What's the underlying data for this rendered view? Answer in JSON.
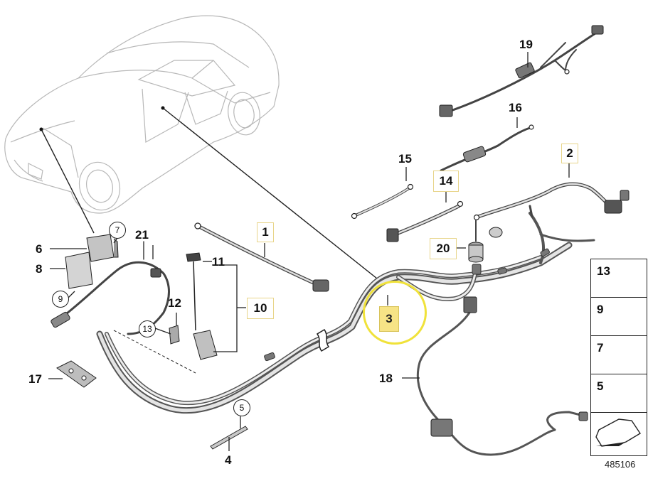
{
  "diagram": {
    "reference_number": "485106",
    "selected_part": "3",
    "highlight_color": "#f7e486",
    "ring_color": "#f0e23a",
    "callouts": [
      {
        "id": "1",
        "style": "boxed"
      },
      {
        "id": "2",
        "style": "boxed"
      },
      {
        "id": "3",
        "style": "selected"
      },
      {
        "id": "4",
        "style": "plain"
      },
      {
        "id": "5",
        "style": "circled"
      },
      {
        "id": "6",
        "style": "plain"
      },
      {
        "id": "7",
        "style": "circled"
      },
      {
        "id": "8",
        "style": "plain"
      },
      {
        "id": "9",
        "style": "circled"
      },
      {
        "id": "10",
        "style": "boxed"
      },
      {
        "id": "11",
        "style": "plain"
      },
      {
        "id": "12",
        "style": "plain"
      },
      {
        "id": "13",
        "style": "circled"
      },
      {
        "id": "14",
        "style": "boxed"
      },
      {
        "id": "15",
        "style": "plain"
      },
      {
        "id": "16",
        "style": "plain"
      },
      {
        "id": "17",
        "style": "plain"
      },
      {
        "id": "18",
        "style": "plain"
      },
      {
        "id": "19",
        "style": "plain"
      },
      {
        "id": "20",
        "style": "boxed"
      },
      {
        "id": "21",
        "style": "plain"
      }
    ],
    "legend": [
      {
        "id": "13",
        "icon": "rivet-icon"
      },
      {
        "id": "9",
        "icon": "lock-nut-icon"
      },
      {
        "id": "7",
        "icon": "bolt-icon"
      },
      {
        "id": "5",
        "icon": "expanding-rivet-icon"
      }
    ]
  }
}
